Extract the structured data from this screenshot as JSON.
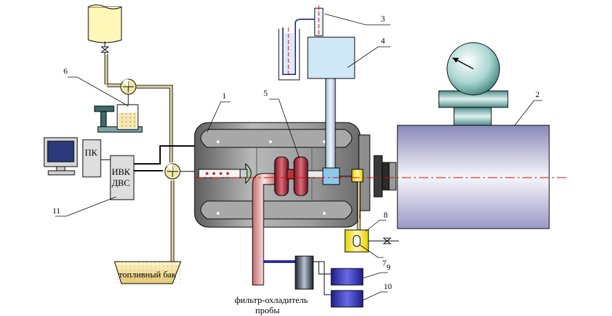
{
  "labels": {
    "pc": "ПК",
    "ivk_line1": "ИВК",
    "ivk_line2": "ДВС",
    "fuel_tank": "топливный бак",
    "filter_line1": "фильтр-охладитель",
    "filter_line2": "пробы"
  },
  "callouts": {
    "n1": "1",
    "n2": "2",
    "n3": "3",
    "n4": "4",
    "n5": "5",
    "n6": "6",
    "n7": "7",
    "n8": "8",
    "n9": "9",
    "n10": "10",
    "n11": "11"
  },
  "colors": {
    "engine_body": "#8a8a8a",
    "turbo": "#b8323e",
    "exhaust_pipe": "#e9a8a8",
    "brake": "#d6d6ec",
    "fuel_line": "#e6d48c",
    "analyzer": "#2a2aa6",
    "axis_line": "#d80000"
  }
}
